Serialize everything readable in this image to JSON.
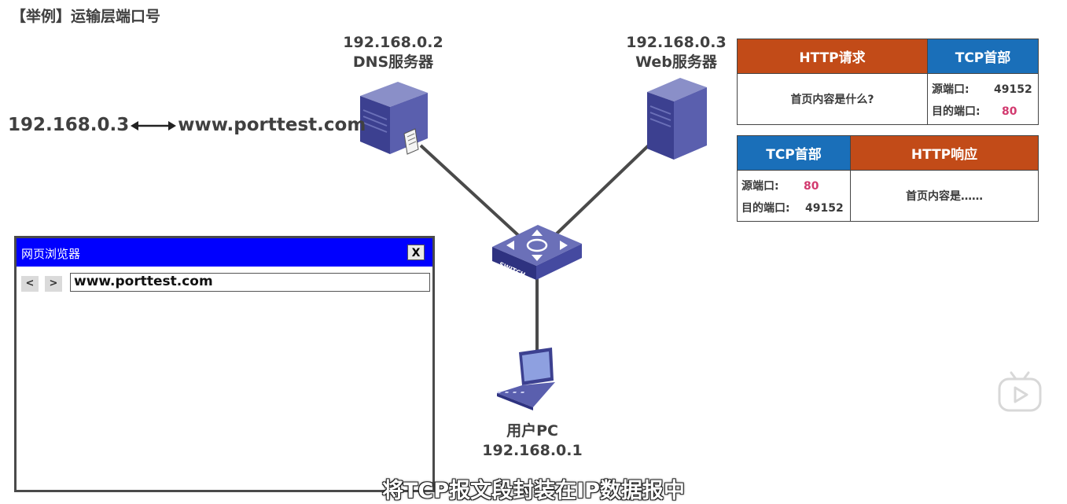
{
  "title": "【举例】运输层端口号",
  "dns_server": {
    "ip": "192.168.0.2",
    "name": "DNS服务器"
  },
  "web_server": {
    "ip": "192.168.0.3",
    "name": "Web服务器"
  },
  "pc": {
    "name": "用户PC",
    "ip": "192.168.0.1"
  },
  "switch_label": "SWITCH",
  "dns_mapping": {
    "ip": "192.168.0.3",
    "domain": "www.porttest.com"
  },
  "request_packet": {
    "http_header": "HTTP请求",
    "tcp_header": "TCP首部",
    "content": "首页内容是什么?",
    "src_port_label": "源端口:",
    "src_port": "49152",
    "dst_port_label": "目的端口:",
    "dst_port": "80"
  },
  "response_packet": {
    "tcp_header": "TCP首部",
    "http_header": "HTTP响应",
    "src_port_label": "源端口:",
    "src_port": "80",
    "dst_port_label": "目的端口:",
    "dst_port": "49152",
    "content": "首页内容是……"
  },
  "browser": {
    "title": "网页浏览器",
    "close_label": "X",
    "back_label": "<",
    "forward_label": ">",
    "url": "www.porttest.com"
  },
  "subtitle": "将TCP报文段封装在IP数据报中",
  "colors": {
    "http": "#c24b18",
    "tcp": "#1a6fb9",
    "browser_bar": "#0000ff",
    "port_highlight": "#d23a6f"
  }
}
